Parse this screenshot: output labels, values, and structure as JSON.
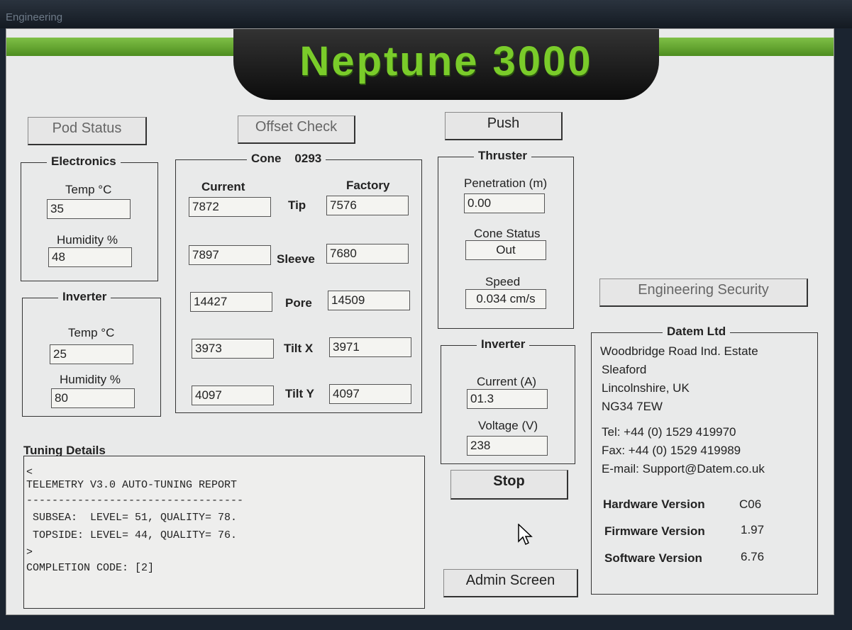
{
  "window": {
    "title": "Engineering"
  },
  "header": {
    "app_title": "Neptune 3000"
  },
  "buttons": {
    "pod_status": "Pod Status",
    "offset_check": "Offset Check",
    "push": "Push",
    "engineering_security": "Engineering Security",
    "stop": "Stop",
    "admin_screen": "Admin Screen"
  },
  "electronics": {
    "title": "Electronics",
    "temp_label": "Temp °C",
    "temp_value": "35",
    "humidity_label": "Humidity %",
    "humidity_value": "48"
  },
  "inverter_left": {
    "title": "Inverter",
    "temp_label": "Temp °C",
    "temp_value": "25",
    "humidity_label": "Humidity %",
    "humidity_value": "80"
  },
  "cone": {
    "title": "Cone",
    "id": "0293",
    "current_header": "Current",
    "factory_header": "Factory",
    "rows": [
      {
        "label": "Tip",
        "current": "7872",
        "factory": "7576"
      },
      {
        "label": "Sleeve",
        "current": "7897",
        "factory": "7680"
      },
      {
        "label": "Pore",
        "current": "14427",
        "factory": "14509"
      },
      {
        "label": "Tilt X",
        "current": "3973",
        "factory": "3971"
      },
      {
        "label": "Tilt Y",
        "current": "4097",
        "factory": "4097"
      }
    ]
  },
  "thruster": {
    "title": "Thruster",
    "penetration_label": "Penetration (m)",
    "penetration_value": "0.00",
    "cone_status_label": "Cone Status",
    "cone_status_value": "Out",
    "speed_label": "Speed",
    "speed_value": "0.034 cm/s"
  },
  "inverter_right": {
    "title": "Inverter",
    "current_label": "Current (A)",
    "current_value": "01.3",
    "voltage_label": "Voltage (V)",
    "voltage_value": "238"
  },
  "tuning": {
    "title": "Tuning Details",
    "lines": [
      "<",
      "TELEMETRY V3.0 AUTO-TUNING REPORT",
      "----------------------------------",
      " SUBSEA:  LEVEL= 51, QUALITY= 78.",
      " TOPSIDE: LEVEL= 44, QUALITY= 76.",
      ">",
      "COMPLETION CODE: [2]"
    ]
  },
  "datem": {
    "title": "Datem Ltd",
    "address": [
      "Woodbridge Road Ind. Estate",
      "Sleaford",
      "Lincolnshire, UK",
      "NG34 7EW"
    ],
    "tel": "Tel: +44 (0) 1529 419970",
    "fax": "Fax: +44 (0) 1529 419989",
    "email": "E-mail: Support@Datem.co.uk",
    "hardware_label": "Hardware Version",
    "hardware_value": "C06",
    "firmware_label": "Firmware Version",
    "firmware_value": "1.97",
    "software_label": "Software Version",
    "software_value": "6.76"
  },
  "icons": {
    "mouse_cursor": "mouse-pointer-icon"
  },
  "colors": {
    "brand_green": "#7acc2a",
    "client_bg": "#e9eaea"
  }
}
